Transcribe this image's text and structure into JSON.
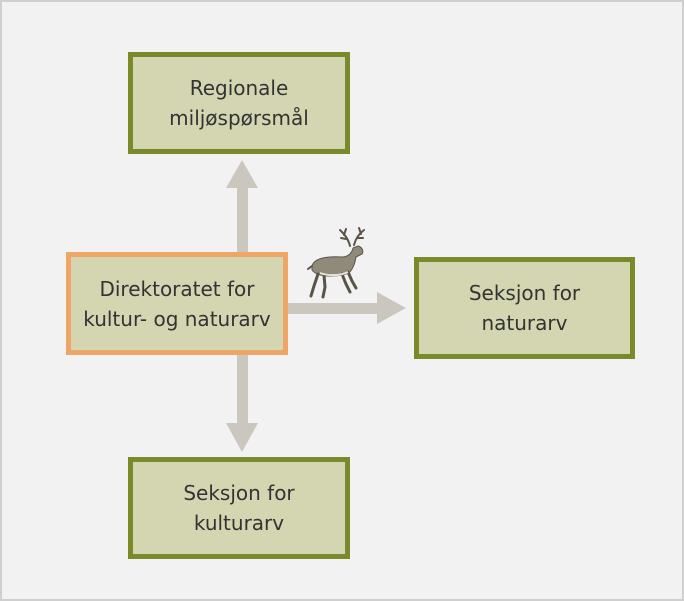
{
  "boxes": {
    "top": "Regionale\nmiljøspørsmål",
    "center": "Direktoratet for\nkultur- og naturarv",
    "right": "Seksjon for\nnaturarv",
    "bottom": "Seksjon for\nkulturarv"
  },
  "colors": {
    "background": "#f2f2f2",
    "box_fill": "#d4d5b1",
    "box_border": "#7a8a2a",
    "central_border": "#eea565",
    "arrow": "#cbc7bf",
    "text": "#333333"
  },
  "icons": {
    "illustration": "reindeer-icon"
  }
}
